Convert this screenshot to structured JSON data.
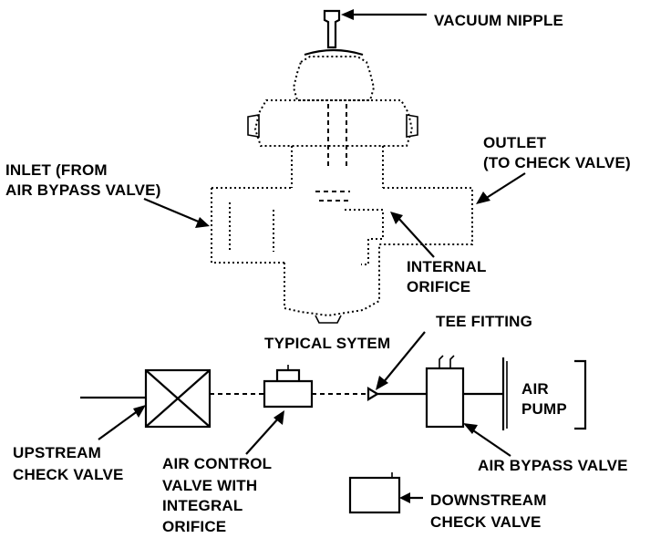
{
  "labels": {
    "vacuum_nipple": "VACUUM NIPPLE",
    "outlet_line1": "OUTLET",
    "outlet_line2": "(TO CHECK VALVE)",
    "inlet_line1": "INLET (FROM",
    "inlet_line2": "AIR BYPASS VALVE)",
    "internal_orifice_line1": "INTERNAL",
    "internal_orifice_line2": "ORIFICE",
    "tee_fitting": "TEE FITTING",
    "typical_system": "TYPICAL SYTEM",
    "air_pump_line1": "AIR",
    "air_pump_line2": "PUMP",
    "upstream_line1": "UPSTREAM",
    "upstream_line2": "CHECK VALVE",
    "air_control_line1": "AIR CONTROL",
    "air_control_line2": "VALVE WITH",
    "air_control_line3": "INTEGRAL",
    "air_control_line4": "ORIFICE",
    "air_bypass_valve": "AIR BYPASS VALVE",
    "downstream_line1": "DOWNSTREAM",
    "downstream_line2": "CHECK VALVE"
  }
}
